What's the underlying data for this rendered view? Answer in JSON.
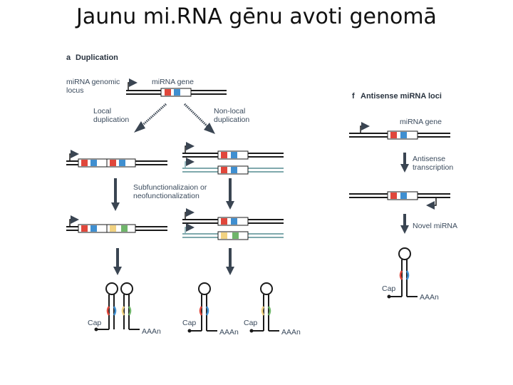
{
  "title": "Jaunu mi.RNA gēnu avoti genomā",
  "panel_a": {
    "letter": "a",
    "heading": "Duplication",
    "locus_label_1": "miRNA genomic",
    "locus_label_2": "locus",
    "gene_label": "miRNA gene",
    "local_dup_1": "Local",
    "local_dup_2": "duplication",
    "nonlocal_dup_1": "Non-local",
    "nonlocal_dup_2": "duplication",
    "subfunc_1": "Subfunctionalizaion or",
    "subfunc_2": "neofunctionalization",
    "cap_labels": [
      "Cap",
      "Cap",
      "Cap"
    ],
    "polya_labels": [
      "AAAn",
      "AAAn",
      "AAAn"
    ]
  },
  "panel_f": {
    "letter": "f",
    "heading": "Antisense miRNA loci",
    "gene_label": "miRNA gene",
    "antisense_1": "Antisense",
    "antisense_2": "transcription",
    "novel_label": "Novel miRNA",
    "cap_label": "Cap",
    "polya_label": "AAAn"
  },
  "colors": {
    "dna": "#1b1b1b",
    "teal": "#7fa9ad",
    "red": "#e0473b",
    "blue": "#3f8fd0",
    "yellow": "#f1d281",
    "green": "#6fb56a",
    "arrow": "#3a4552"
  }
}
